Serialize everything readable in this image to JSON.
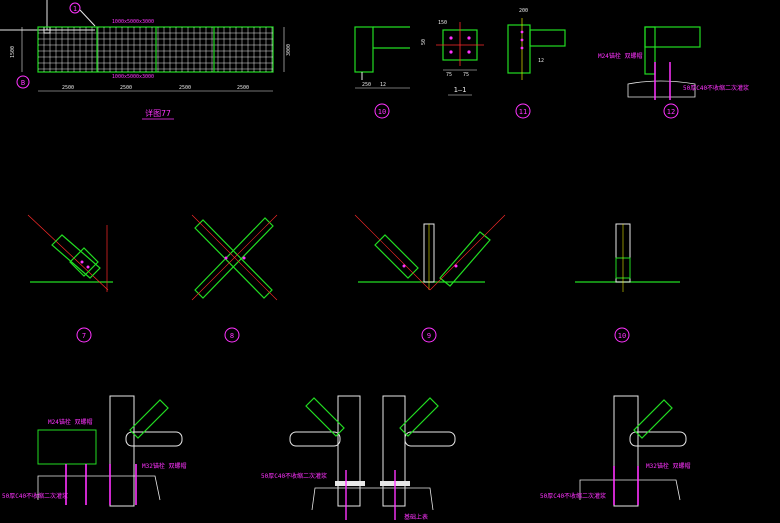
{
  "colors": {
    "background": "#000000",
    "green": "#22dd22",
    "white": "#e8e8e8",
    "magenta": "#ff33ff",
    "red": "#ff2a2a",
    "yellow": "#e6e600",
    "cyan": "#33e6e6"
  },
  "plan": {
    "callout": "1",
    "edge_marker": "B",
    "title": "详图77",
    "top_dim": "1000x5000x3000",
    "bottom_dim": "1000x5000x3000",
    "left_dim": "1500",
    "right_dim": "3000",
    "bays": [
      "2500",
      "2500",
      "2500",
      "2500"
    ]
  },
  "section_10": {
    "label": "10",
    "dims": [
      "250",
      "12"
    ]
  },
  "section_1_1": {
    "label": "1—1",
    "dims": [
      "150",
      "50",
      "75",
      "75"
    ]
  },
  "section_11": {
    "label": "11",
    "dims": [
      "200",
      "12"
    ]
  },
  "section_12": {
    "label": "12",
    "notes": [
      "M24锚栓 双螺帽",
      "50厚C40不收缩二次灌浆"
    ]
  },
  "details": {
    "d7": "7",
    "d8": "8",
    "d9": "9",
    "d10": "10"
  },
  "bottom": {
    "left_notes": [
      "M24锚栓 双螺帽",
      "M32锚栓 双螺帽",
      "50厚C40不收缩二次灌浆"
    ],
    "center_notes": [
      "50厚C40不收缩二次灌浆",
      "基础上表"
    ],
    "right_notes": [
      "M32锚栓 双螺帽",
      "50厚C40不收缩二次灌浆"
    ]
  }
}
